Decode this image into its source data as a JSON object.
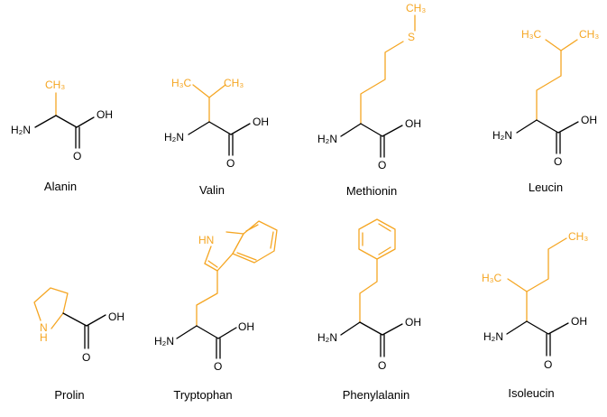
{
  "colors": {
    "backbone": "#000000",
    "side_chain": "#F5A623",
    "background": "#FFFFFF"
  },
  "atoms": {
    "amine": "H₂N",
    "hydroxyl": "OH",
    "oxygen": "O",
    "methyl_left": "H₃C",
    "methyl_right": "CH₃",
    "sulfur": "S",
    "indole_nh": "HN",
    "ring_nh": "H",
    "ring_n": "N"
  },
  "amino_acids": [
    {
      "name": "Alanin"
    },
    {
      "name": "Valin"
    },
    {
      "name": "Methionin"
    },
    {
      "name": "Leucin"
    },
    {
      "name": "Prolin"
    },
    {
      "name": "Tryptophan"
    },
    {
      "name": "Phenylalanin"
    },
    {
      "name": "Isoleucin"
    }
  ]
}
